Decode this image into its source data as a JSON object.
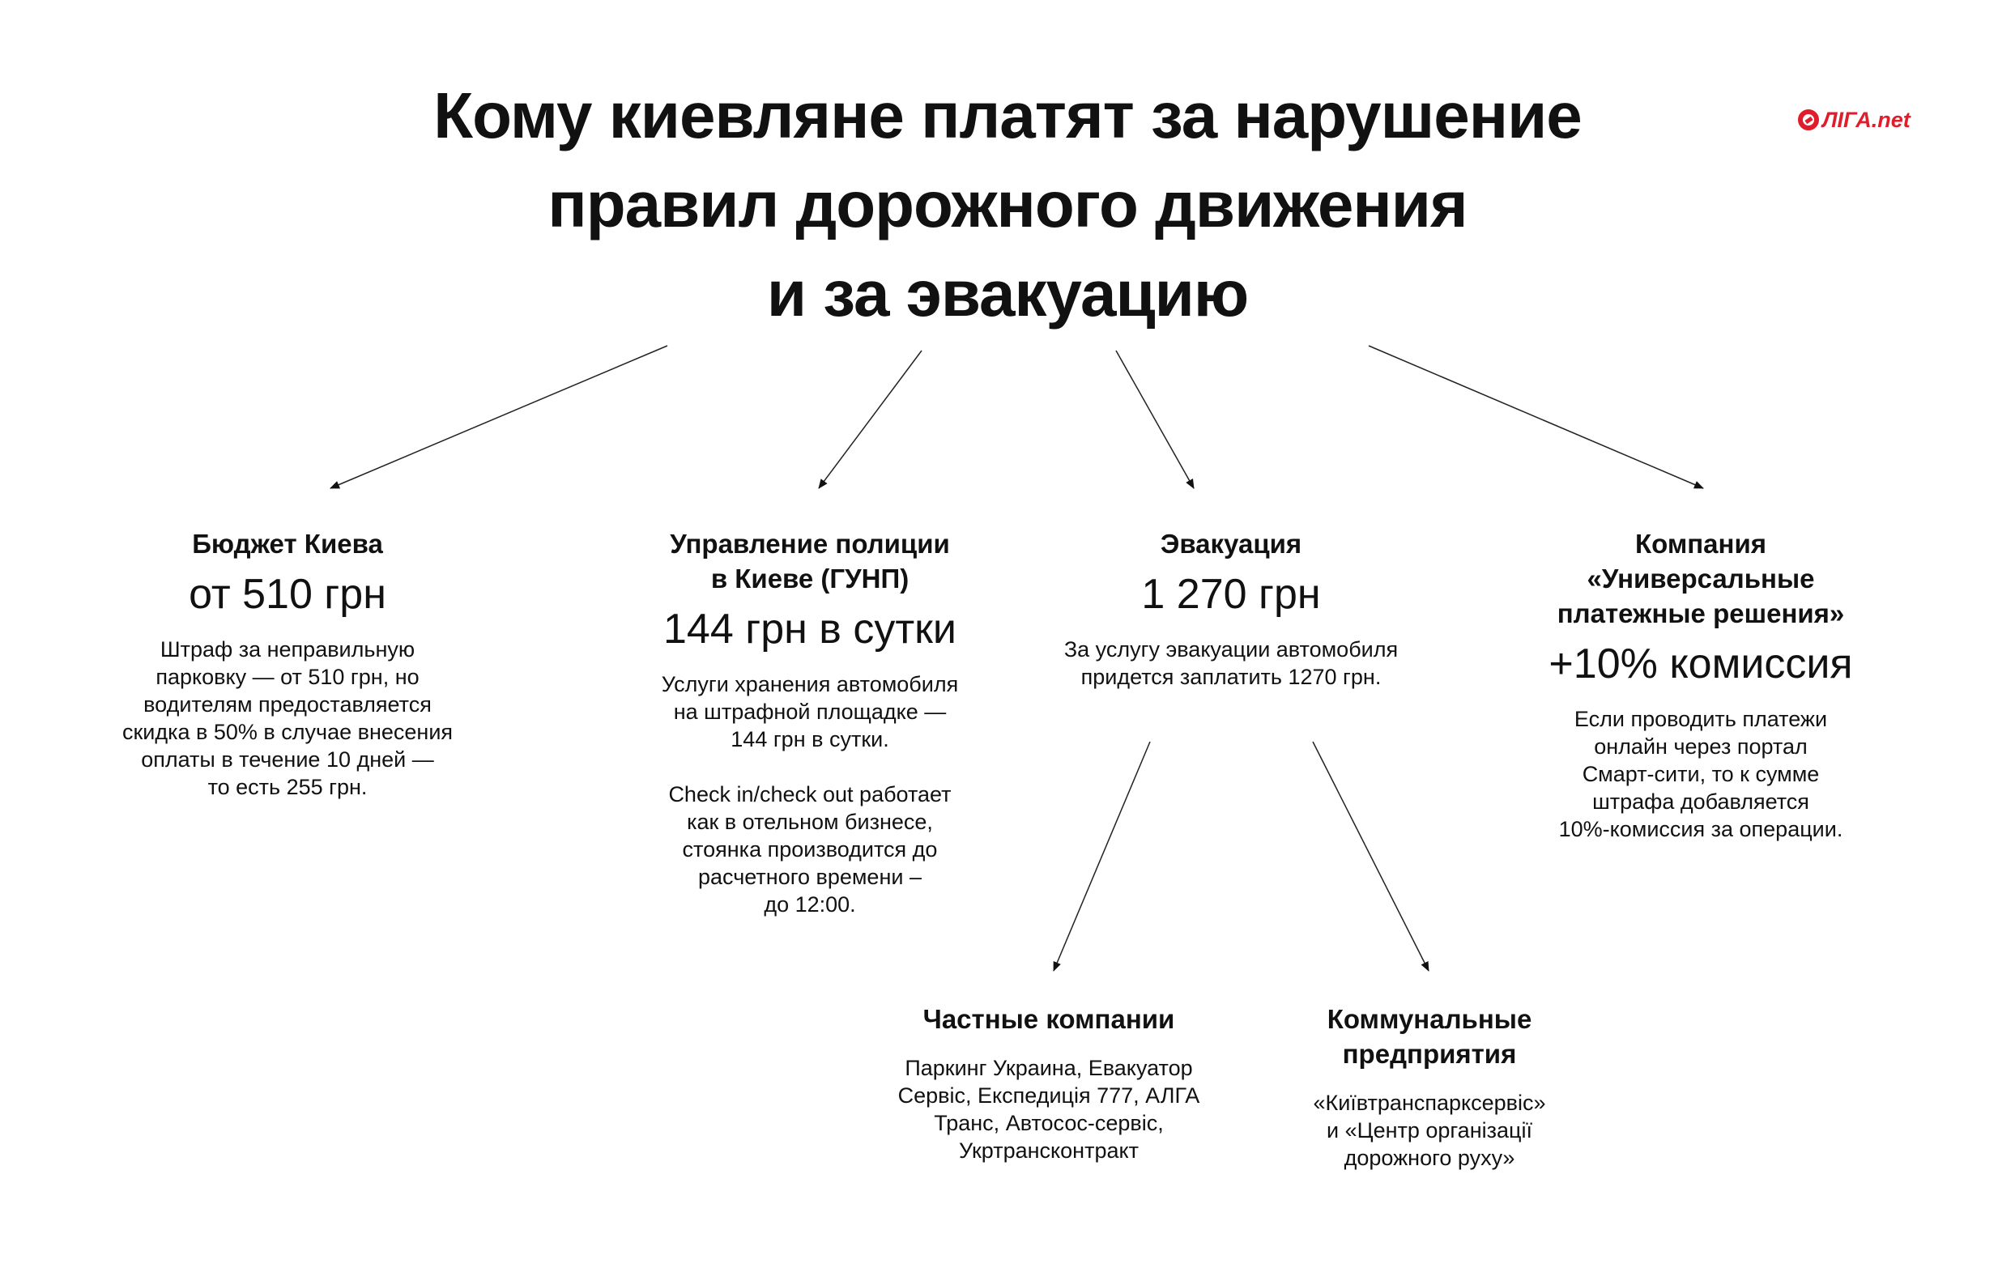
{
  "title": {
    "lines": [
      "Кому киевляне платят за нарушение",
      "правил дорожного движения",
      "и за эвакуацию"
    ]
  },
  "logo": {
    "mark": "red-circle-logo",
    "text": "ЛIГА",
    "suffix": ".net",
    "color": "#e01e2b"
  },
  "nodes": {
    "budget": {
      "heading": [
        "Бюджет Киева"
      ],
      "amount": "от 510 грн",
      "description": [
        "Штраф за неправильную",
        "парковку — от 510 грн, но",
        "водителям предоставляется",
        "скидка в 50% в случае внесения",
        "оплаты в течение 10 дней —",
        "то есть 255 грн."
      ]
    },
    "police": {
      "heading": [
        "Управление полиции",
        "в Киеве (ГУНП)"
      ],
      "amount": "144 грн в сутки",
      "description": [
        "Услуги хранения автомобиля",
        "на штрафной площадке —",
        "144 грн в сутки.",
        "",
        "Check in/check out работает",
        "как в отельном бизнесе,",
        "стоянка производится до",
        "расчетного времени –",
        "до 12:00."
      ]
    },
    "evacuation": {
      "heading": [
        "Эвакуация"
      ],
      "amount": "1 270 грн",
      "description": [
        "За услугу эвакуации автомобиля",
        "придется заплатить 1270 грн."
      ]
    },
    "company": {
      "heading": [
        "Компания",
        "«Универсальные",
        "платежные решения»"
      ],
      "amount": "+10% комиссия",
      "description": [
        "Если проводить платежи",
        "онлайн через портал",
        "Смарт-сити, то к сумме",
        "штрафа добавляется",
        "10%-комиссия за операции."
      ]
    },
    "private": {
      "heading": [
        "Частные компании"
      ],
      "description": [
        "Паркинг Украина, Евакуатор",
        "Сервіс, Експедиція 777, АЛГА",
        "Транс, Автосос-сервіс,",
        "Укртрансконтракт"
      ]
    },
    "communal": {
      "heading": [
        "Коммунальные",
        "предприятия"
      ],
      "description": [
        "«Київтранспарксервіс»",
        "и «Центр організації",
        "дорожного руху»"
      ]
    }
  }
}
